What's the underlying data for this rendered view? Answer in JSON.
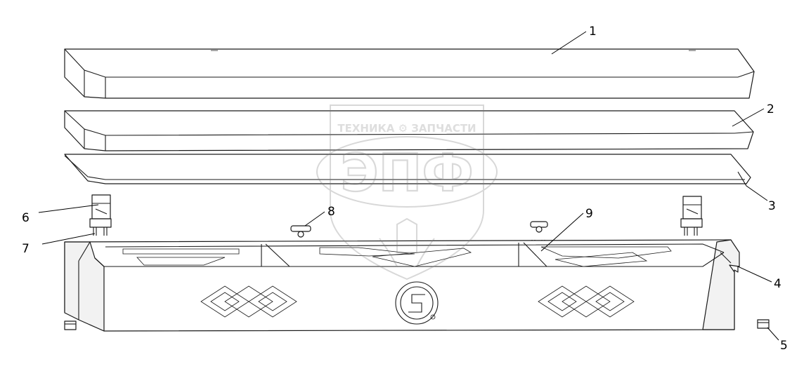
{
  "callouts": [
    {
      "id": "1",
      "label": "1"
    },
    {
      "id": "2",
      "label": "2"
    },
    {
      "id": "3",
      "label": "3"
    },
    {
      "id": "4",
      "label": "4"
    },
    {
      "id": "5",
      "label": "5"
    },
    {
      "id": "6",
      "label": "6"
    },
    {
      "id": "7",
      "label": "7"
    },
    {
      "id": "8",
      "label": "8"
    },
    {
      "id": "9",
      "label": "9"
    }
  ],
  "watermark": {
    "top_text": "ТЕХНИКА ⚙ ЗАПЧАСТИ",
    "big_text": "ЭПФ"
  },
  "colors": {
    "ink": "#1a1a1a",
    "watermark": "#8a8a8a"
  }
}
